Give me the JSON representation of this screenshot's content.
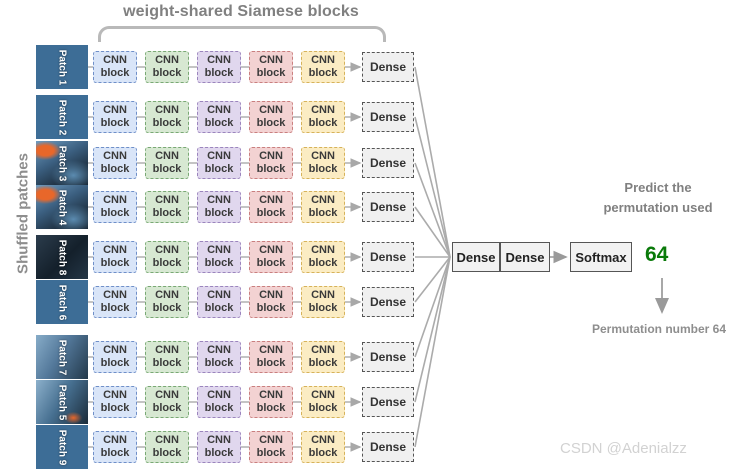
{
  "diagram": {
    "title": "weight-shared Siamese blocks",
    "side_label": "Shuffled patches",
    "watermark": "CSDN @Adenialzz"
  },
  "patches": [
    {
      "label": "Patch 1",
      "style": "solid"
    },
    {
      "label": "Patch 2",
      "style": "solid"
    },
    {
      "label": "Patch 3",
      "style": "photo"
    },
    {
      "label": "Patch 4",
      "style": "photo"
    },
    {
      "label": "Patch 8",
      "style": "dark"
    },
    {
      "label": "Patch 6",
      "style": "mid"
    },
    {
      "label": "Patch 7",
      "style": "light"
    },
    {
      "label": "Patch 5",
      "style": "orange"
    },
    {
      "label": "Patch 9",
      "style": "green"
    }
  ],
  "cnn_blocks": {
    "line1": "CNN",
    "line2": "block",
    "colors": [
      "#d9e5f8",
      "#d7e8d2",
      "#e0d7ee",
      "#f3d2d2",
      "#fbecc3"
    ],
    "count_per_row": 5
  },
  "dense_per_row_label": "Dense",
  "head": {
    "dense_a": "Dense",
    "dense_b": "Dense",
    "softmax": "Softmax",
    "prediction_value": "64",
    "prediction_color": "#0a7a0a",
    "predict_caption_line1": "Predict the",
    "predict_caption_line2": "permutation used",
    "permutation_caption": "Permutation number 64"
  }
}
